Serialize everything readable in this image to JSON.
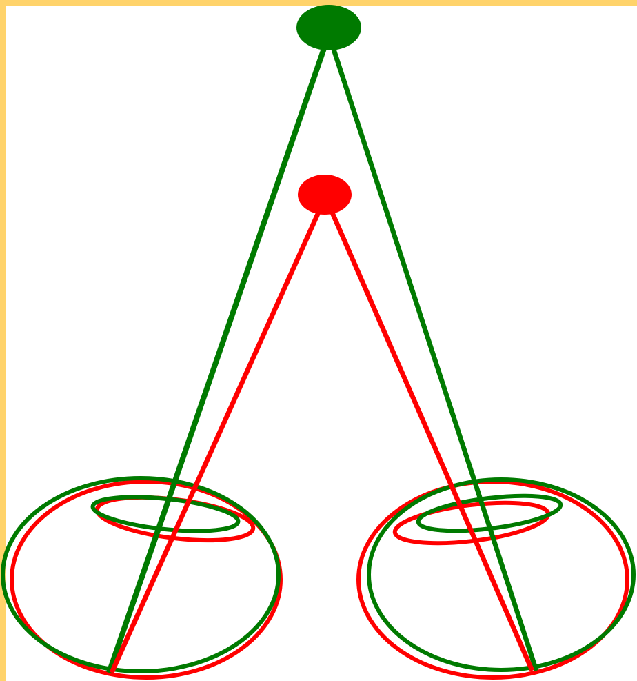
{
  "colors": {
    "background": "#FFFFFF",
    "border": "#FFD36B",
    "far_object": "#007A00",
    "near_object": "#FF0000"
  },
  "diagram": {
    "points": [
      {
        "name": "far-point",
        "color": "far_object"
      },
      {
        "name": "near-point",
        "color": "near_object"
      }
    ],
    "eyes": [
      {
        "name": "left-eye",
        "lens_color": "far_object",
        "lens2_color": "near_object"
      },
      {
        "name": "right-eye",
        "lens_color": "far_object",
        "lens2_color": "near_object"
      }
    ]
  }
}
